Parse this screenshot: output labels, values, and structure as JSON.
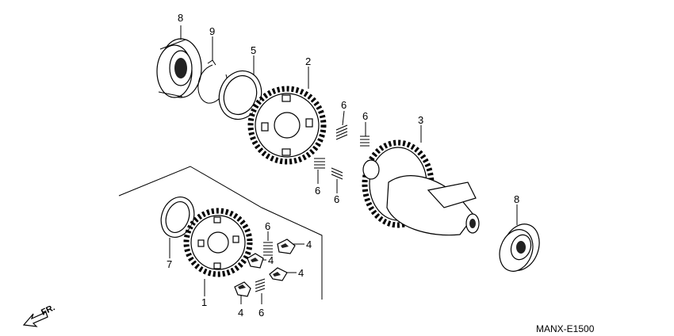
{
  "diagram": {
    "code": "MANX-E1500",
    "direction": "FR.",
    "callouts": [
      {
        "num": "8"
      },
      {
        "num": "9"
      },
      {
        "num": "5"
      },
      {
        "num": "2"
      },
      {
        "num": "6"
      },
      {
        "num": "6"
      },
      {
        "num": "3"
      },
      {
        "num": "6"
      },
      {
        "num": "6"
      },
      {
        "num": "1"
      },
      {
        "num": "7"
      },
      {
        "num": "8"
      },
      {
        "num": "6"
      },
      {
        "num": "4"
      },
      {
        "num": "4"
      },
      {
        "num": "4"
      },
      {
        "num": "4"
      },
      {
        "num": "6"
      }
    ]
  }
}
